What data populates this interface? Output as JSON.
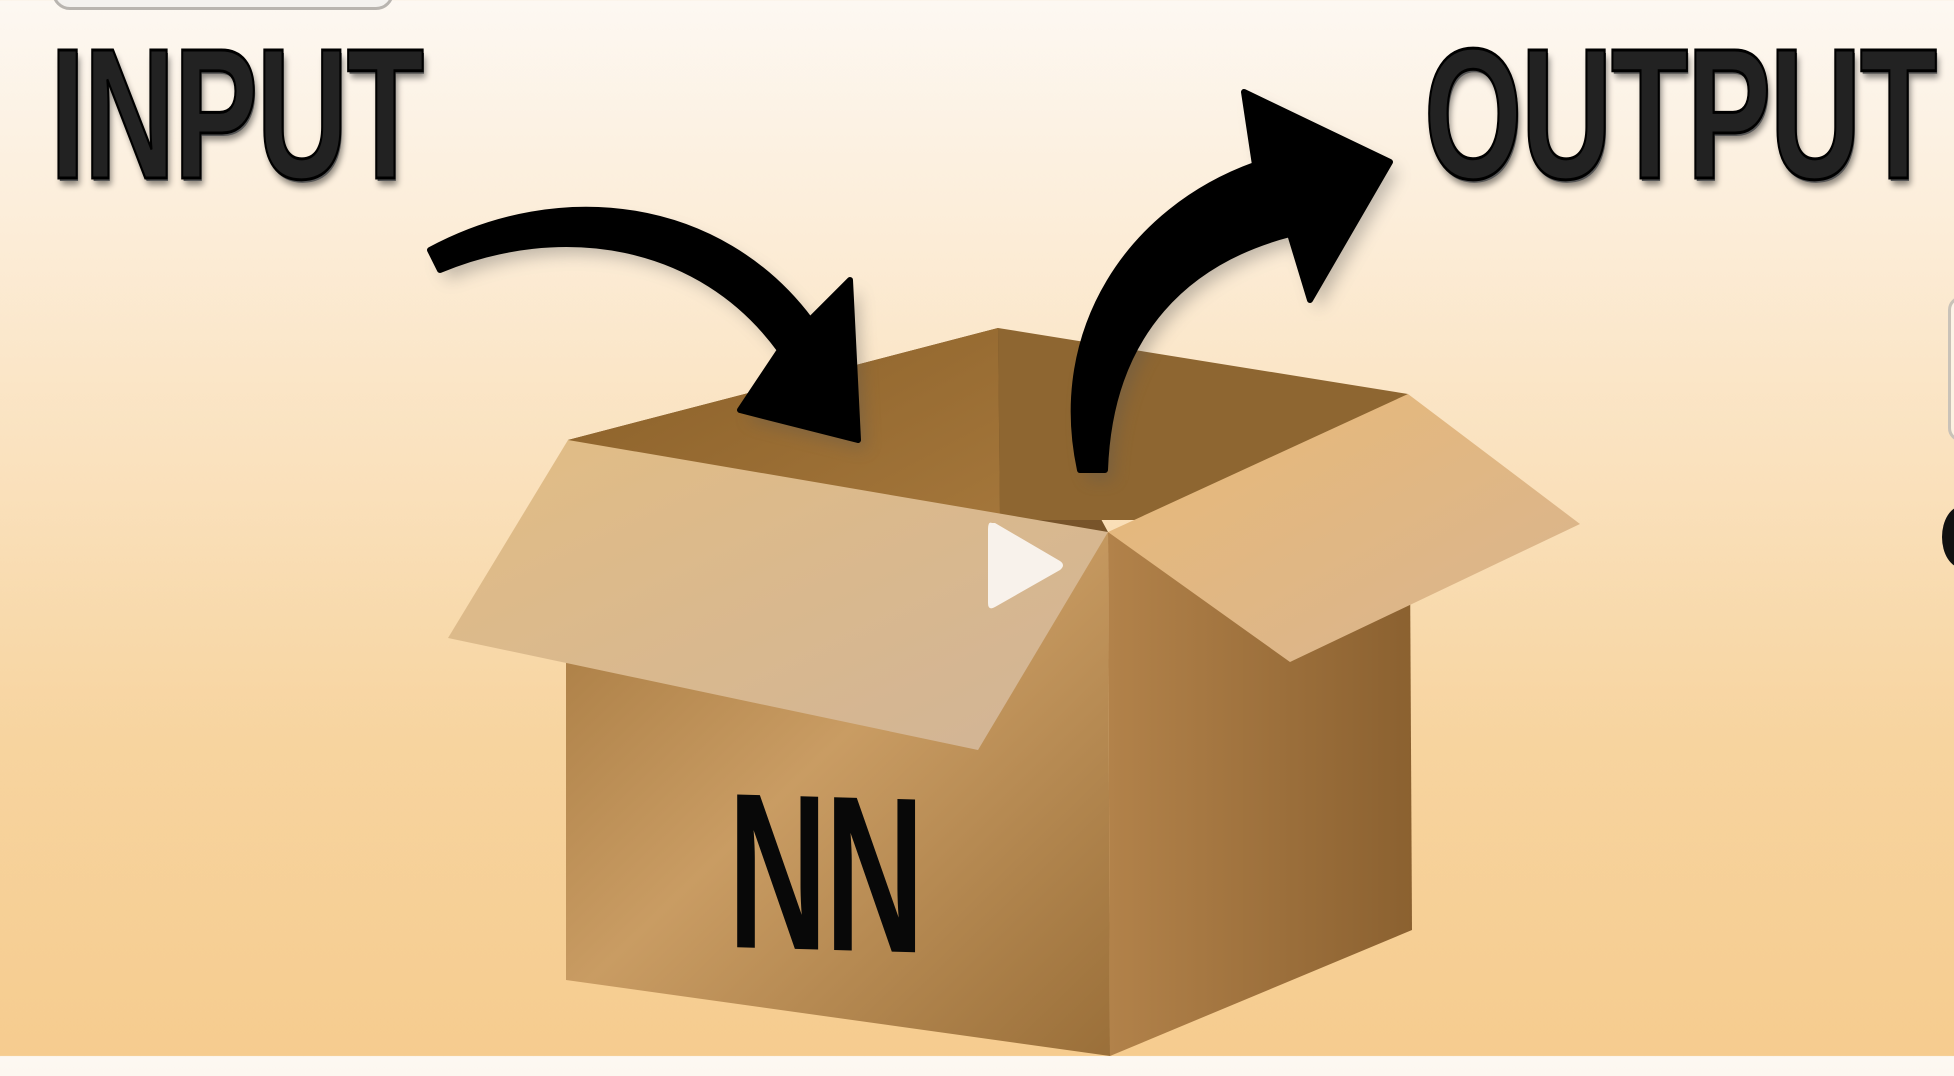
{
  "video": {
    "input_label": "INPUT",
    "output_label": "OUTPUT",
    "box_label": "NN"
  },
  "controls": {
    "play_icon": "play-icon"
  },
  "colors": {
    "background_top": "#fdf8f2",
    "background_bottom": "#f6cc8f",
    "box_brown": "#b6834a",
    "arrow": "#000000"
  }
}
